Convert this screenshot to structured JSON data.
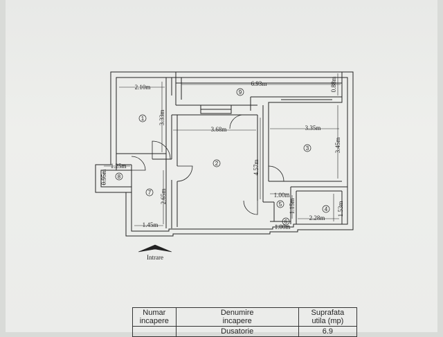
{
  "plan": {
    "dimensions": {
      "d1": "2.10m",
      "d2": "3.33m",
      "d3": "6.93m",
      "d4": "0.88m",
      "d5": "3.68m",
      "d6": "3.35m",
      "d7": "3.45m",
      "d8": "4.57m",
      "d9": "1.25m",
      "d10": "0.95m",
      "d11": "2.65m",
      "d12": "1.45m",
      "d13": "1.00m",
      "d14": "1.15m",
      "d15": "1.53m",
      "d16": "2.28m",
      "d17": "1.00m"
    },
    "rooms": [
      "1",
      "2",
      "3",
      "4",
      "5",
      "6",
      "7",
      "8",
      "9"
    ],
    "entrance_label": "Intrare"
  },
  "legend": {
    "headers": {
      "col1_line1": "Numar",
      "col1_line2": "incapere",
      "col2_line1": "Denumire",
      "col2_line2": "incapere",
      "col3_line1": "Suprafata",
      "col3_line2": "utila (mp)"
    },
    "first_row": {
      "number": "",
      "name": "Dusatorie",
      "area": "6.9"
    }
  },
  "colors": {
    "ink": "#222222",
    "paper": "#ecedea",
    "wall_fill": "#f2f2f0"
  }
}
